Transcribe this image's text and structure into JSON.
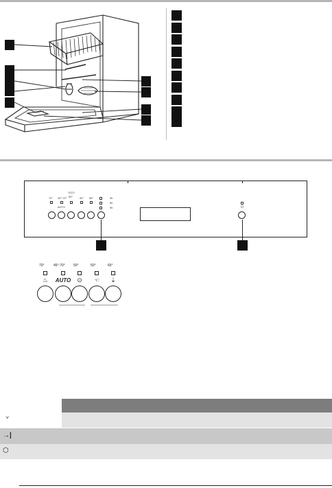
{
  "appliance_diagram": {
    "callouts_left": [
      "",
      "",
      "",
      "",
      ""
    ],
    "callouts_right": [
      "",
      "",
      "",
      ""
    ],
    "legend_items": [
      "",
      "",
      "",
      "",
      "",
      "",
      "",
      "",
      "",
      "",
      ""
    ]
  },
  "control_panel": {
    "callouts": [
      "",
      ""
    ],
    "panel_leds": [
      {
        "label": "70°",
        "sub": ""
      },
      {
        "label": "45°-70°",
        "sub": "AUTO"
      },
      {
        "label": "50°",
        "sub": "ECO"
      },
      {
        "label": "50°",
        "sub": ""
      },
      {
        "label": "65°",
        "sub": ""
      }
    ],
    "indicator_column": [
      "3h",
      "6h",
      "9h"
    ],
    "delay_column": [
      "",
      "",
      ""
    ],
    "power_symbol": "⏻",
    "power_led": "□"
  },
  "program_buttons": [
    {
      "temp": "70°",
      "icon": "pot-icon",
      "glyph": "♨"
    },
    {
      "temp": "45°-70°",
      "icon": "auto-icon",
      "glyph": "AUTO"
    },
    {
      "temp": "50°",
      "icon": "eco-icon",
      "glyph": "⊙"
    },
    {
      "temp": "50°",
      "icon": "glass-icon",
      "glyph": "☜"
    },
    {
      "temp": "65°",
      "icon": "quick-icon",
      "glyph": "⇣"
    }
  ],
  "program_groups": [
    "",
    ""
  ],
  "table": {
    "header": "",
    "rows": [
      {
        "icon": "salt-indicator-icon",
        "glyph": "ᘁ",
        "text": ""
      },
      {
        "icon": "end-indicator-icon",
        "glyph": "→|",
        "text": ""
      },
      {
        "icon": "rinse-aid-indicator-icon",
        "glyph": "⬡",
        "text": ""
      }
    ]
  },
  "colors": {
    "rule": "#b5b5b5",
    "table_header": "#7d7d7d",
    "table_row_light": "#e3e3e3",
    "table_row_dark": "#c8c8c8"
  }
}
